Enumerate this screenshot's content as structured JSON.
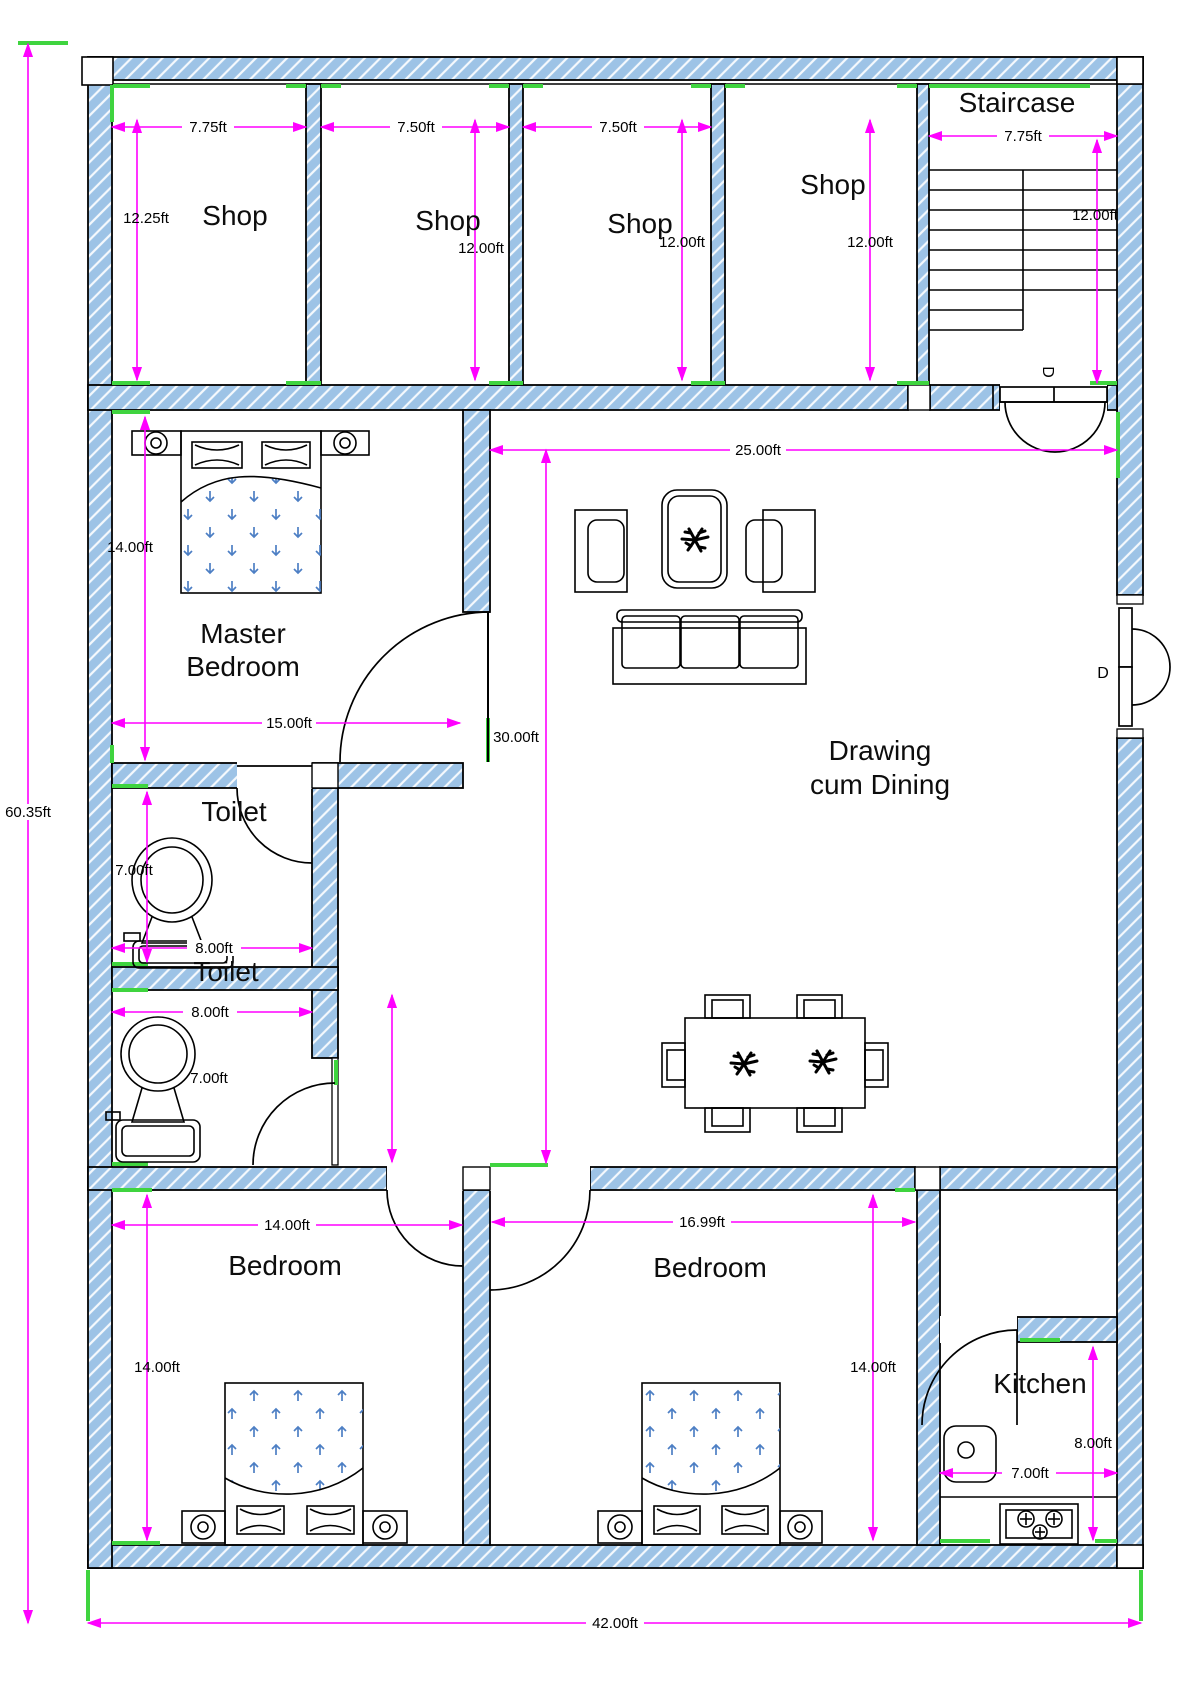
{
  "floor_plan": {
    "overall_dimensions": {
      "width": "42.00ft",
      "height": "60.35ft"
    },
    "rooms": {
      "shop_1": {
        "label": "Shop",
        "width_dim": "7.75ft",
        "height_dim": "12.25ft"
      },
      "shop_2": {
        "label": "Shop",
        "width_dim": "7.50ft",
        "height_dim": "12.00ft"
      },
      "shop_3": {
        "label": "Shop",
        "width_dim": "7.50ft",
        "height_dim": "12.00ft"
      },
      "shop_4": {
        "label": "Shop",
        "height_dim": "12.00ft"
      },
      "staircase": {
        "label": "Staircase",
        "width_dim": "7.75ft",
        "height_dim": "12.00ft"
      },
      "master_bedroom": {
        "label_line_1": "Master",
        "label_line_2": "Bedroom",
        "width_dim": "15.00ft",
        "height_dim": "14.00ft"
      },
      "drawing_cum_dining": {
        "label_line_1": "Drawing",
        "label_line_2": "cum Dining",
        "width_dim": "25.00ft",
        "height_dim": "30.00ft"
      },
      "toilet_1": {
        "label": "Toilet",
        "width_dim": "8.00ft",
        "height_dim": "7.00ft"
      },
      "toilet_2": {
        "label": "Toilet",
        "width_dim": "8.00ft",
        "height_dim": "7.00ft"
      },
      "bedroom_1": {
        "label": "Bedroom",
        "width_dim": "14.00ft",
        "height_dim": "14.00ft"
      },
      "bedroom_2": {
        "label": "Bedroom",
        "width_dim": "16.99ft",
        "height_dim": "14.00ft"
      },
      "kitchen": {
        "label": "Kitchen",
        "width_dim": "7.00ft",
        "height_dim": "8.00ft"
      }
    },
    "door_labels": {
      "staircase_door": "D",
      "side_door": "D"
    },
    "colors": {
      "wall_fill": "#9dc3e6",
      "hatch_line": "#ffffff",
      "dimension": "#ff00ff",
      "opening_marker": "#3fd43f",
      "bed_arrow": "#4d7fc4",
      "outline": "#000000"
    }
  }
}
